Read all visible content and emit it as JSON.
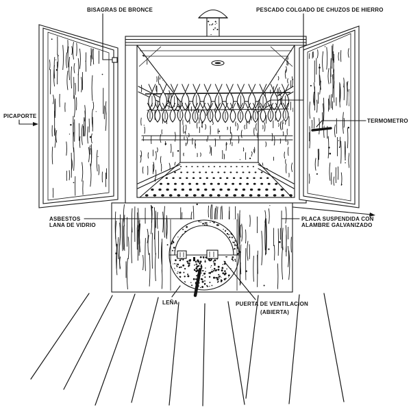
{
  "diagram": {
    "description": "Technical line drawing of a wooden fish-smoking cabinet with two open doors, fish hanging inside, a perforated suspended plate, a firebox with a round opening and firewood, a chimney on top, and Spanish callout labels.",
    "colors": {
      "ink": "#141414",
      "paper": "#ffffff"
    },
    "labels": {
      "bisagras": "BISAGRAS DE BRONCE",
      "pescado": "PESCADO COLGADO DE CHUZOS DE HIERRO",
      "picaporte": "PICAPORTE",
      "termometro": "TERMOMETRO",
      "asbestos_1": "ASBESTOS",
      "asbestos_2": "LANA DE VIDRIO",
      "placa_1": "PLACA SUSPENDIDA CON",
      "placa_2": "ALAMBRE GALVANIZADO",
      "lena": "LEÑA",
      "puerta_1": "PUERTA DE VENTILACION",
      "puerta_2": "(ABIERTA)"
    }
  }
}
